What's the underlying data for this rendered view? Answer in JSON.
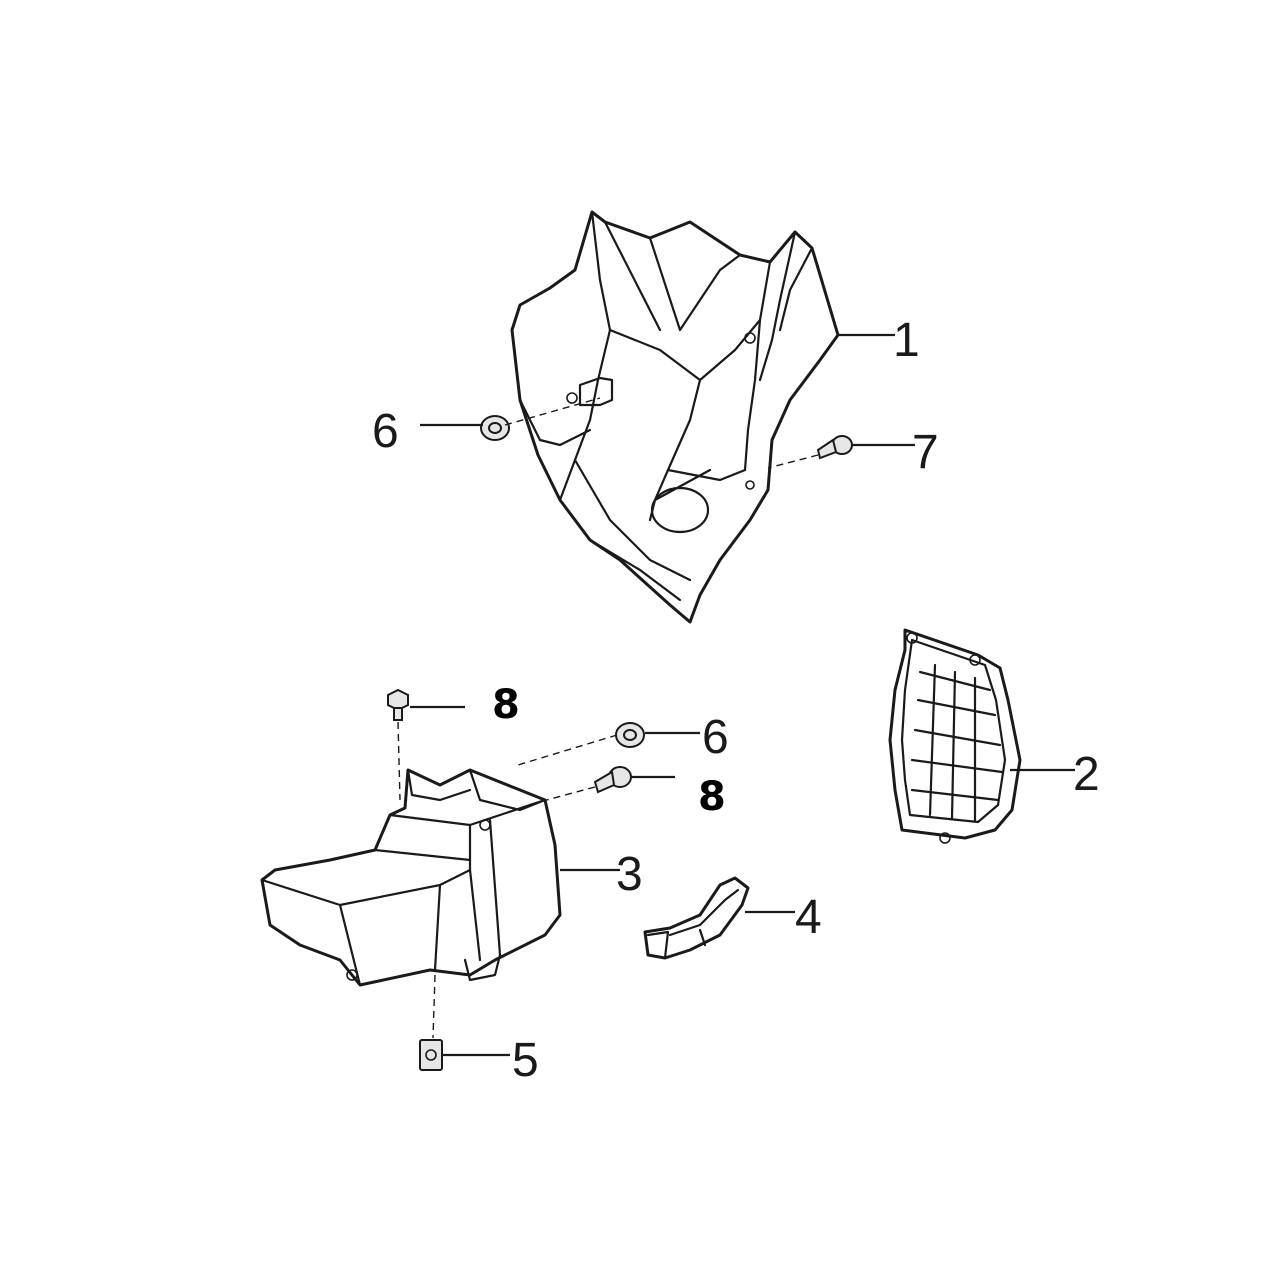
{
  "callouts": {
    "c1": "1",
    "c2": "2",
    "c3": "3",
    "c4": "4",
    "c5": "5",
    "c6a": "6",
    "c6b": "6",
    "c7": "7",
    "c8a": "8",
    "c8b": "8"
  }
}
